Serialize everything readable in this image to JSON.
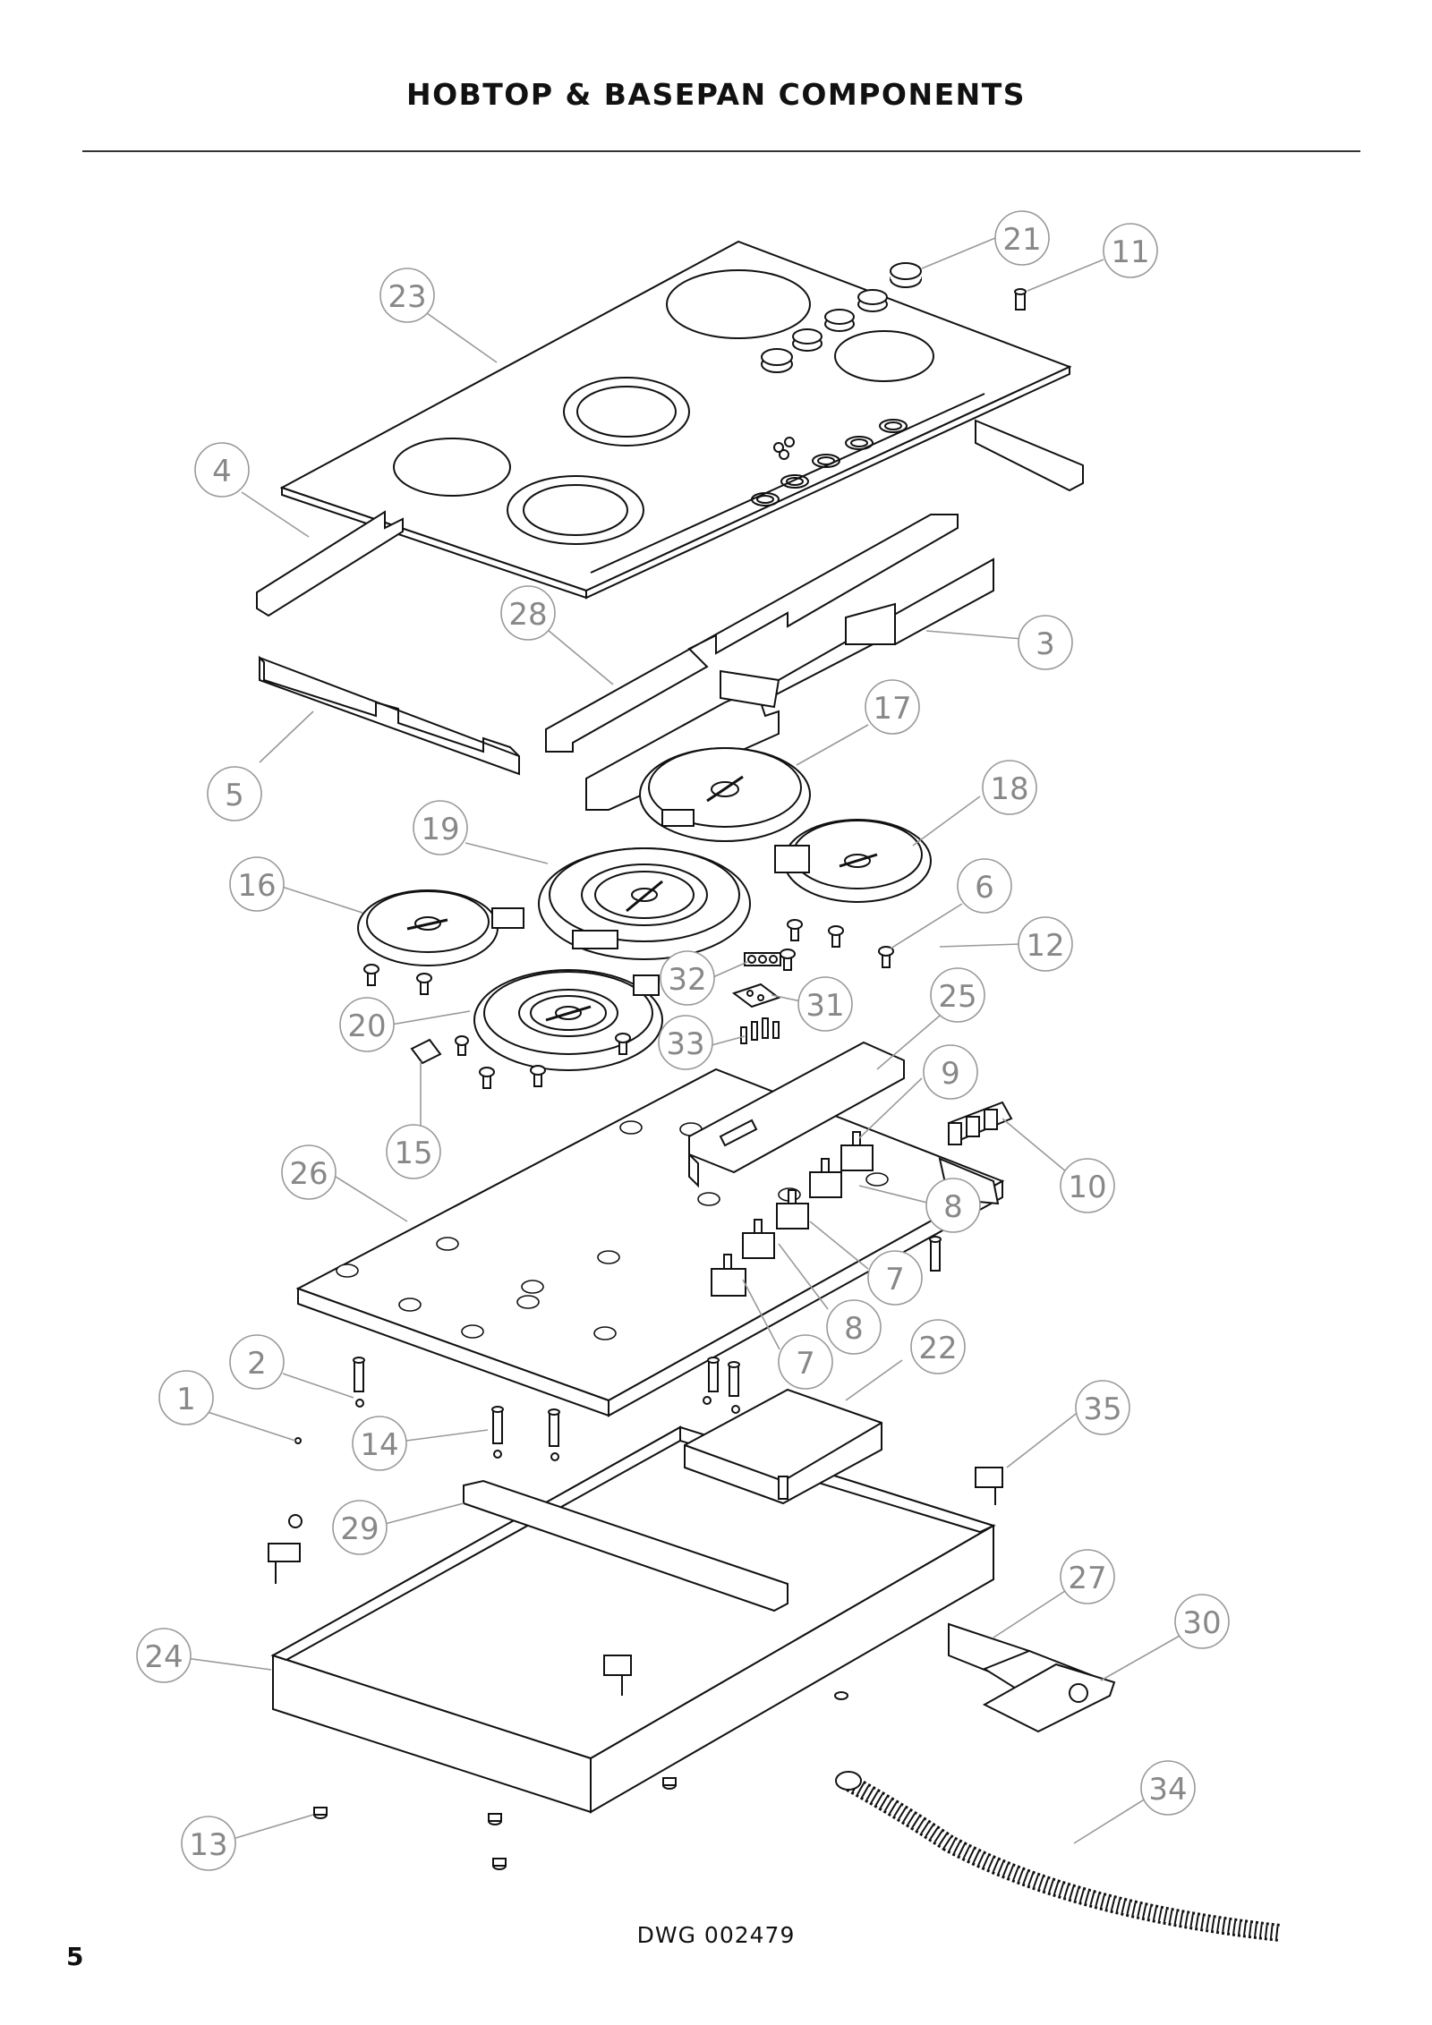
{
  "header": {
    "title": "HOBTOP & BASEPAN COMPONENTS"
  },
  "footer": {
    "drawing_number": "DWG 002479",
    "page_number": "5"
  },
  "callout_color": "#8a8a8a",
  "line_color": "#111111",
  "callouts": [
    {
      "id": "21",
      "label": "21"
    },
    {
      "id": "11",
      "label": "11"
    },
    {
      "id": "23",
      "label": "23"
    },
    {
      "id": "4",
      "label": "4"
    },
    {
      "id": "28",
      "label": "28"
    },
    {
      "id": "3",
      "label": "3"
    },
    {
      "id": "17",
      "label": "17"
    },
    {
      "id": "5",
      "label": "5"
    },
    {
      "id": "18",
      "label": "18"
    },
    {
      "id": "19",
      "label": "19"
    },
    {
      "id": "16",
      "label": "16"
    },
    {
      "id": "6",
      "label": "6"
    },
    {
      "id": "12",
      "label": "12"
    },
    {
      "id": "32",
      "label": "32"
    },
    {
      "id": "25",
      "label": "25"
    },
    {
      "id": "31",
      "label": "31"
    },
    {
      "id": "20",
      "label": "20"
    },
    {
      "id": "33",
      "label": "33"
    },
    {
      "id": "9",
      "label": "9"
    },
    {
      "id": "15",
      "label": "15"
    },
    {
      "id": "26",
      "label": "26"
    },
    {
      "id": "10",
      "label": "10"
    },
    {
      "id": "8a",
      "label": "8"
    },
    {
      "id": "7a",
      "label": "7"
    },
    {
      "id": "8b",
      "label": "8"
    },
    {
      "id": "2",
      "label": "2"
    },
    {
      "id": "22",
      "label": "22"
    },
    {
      "id": "7b",
      "label": "7"
    },
    {
      "id": "1",
      "label": "1"
    },
    {
      "id": "35",
      "label": "35"
    },
    {
      "id": "14",
      "label": "14"
    },
    {
      "id": "29",
      "label": "29"
    },
    {
      "id": "27",
      "label": "27"
    },
    {
      "id": "30",
      "label": "30"
    },
    {
      "id": "24",
      "label": "24"
    },
    {
      "id": "34",
      "label": "34"
    },
    {
      "id": "13",
      "label": "13"
    }
  ]
}
